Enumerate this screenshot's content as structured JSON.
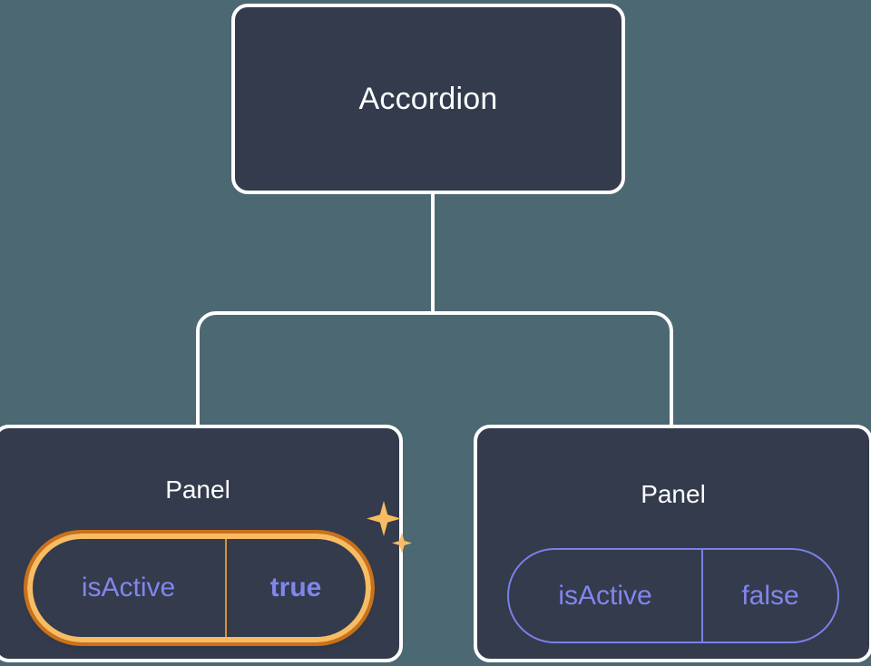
{
  "theme": {
    "background": "#4c6872",
    "node_fill": "#333b4c",
    "node_border": "#ffffff",
    "title_color": "#ffffff",
    "prop_text": "#8186ec",
    "prop_border": "#7b80e8",
    "highlight_inner": "#f8bc63",
    "highlight_outer": "#cb7119",
    "sparkle_color": "#f8bc63"
  },
  "tree": {
    "root": {
      "label": "Accordion"
    },
    "children": [
      {
        "label": "Panel",
        "highlighted": true,
        "prop": {
          "key": "isActive",
          "value": "true"
        },
        "sparkle_icon": "sparkles-icon"
      },
      {
        "label": "Panel",
        "highlighted": false,
        "prop": {
          "key": "isActive",
          "value": "false"
        }
      }
    ]
  }
}
